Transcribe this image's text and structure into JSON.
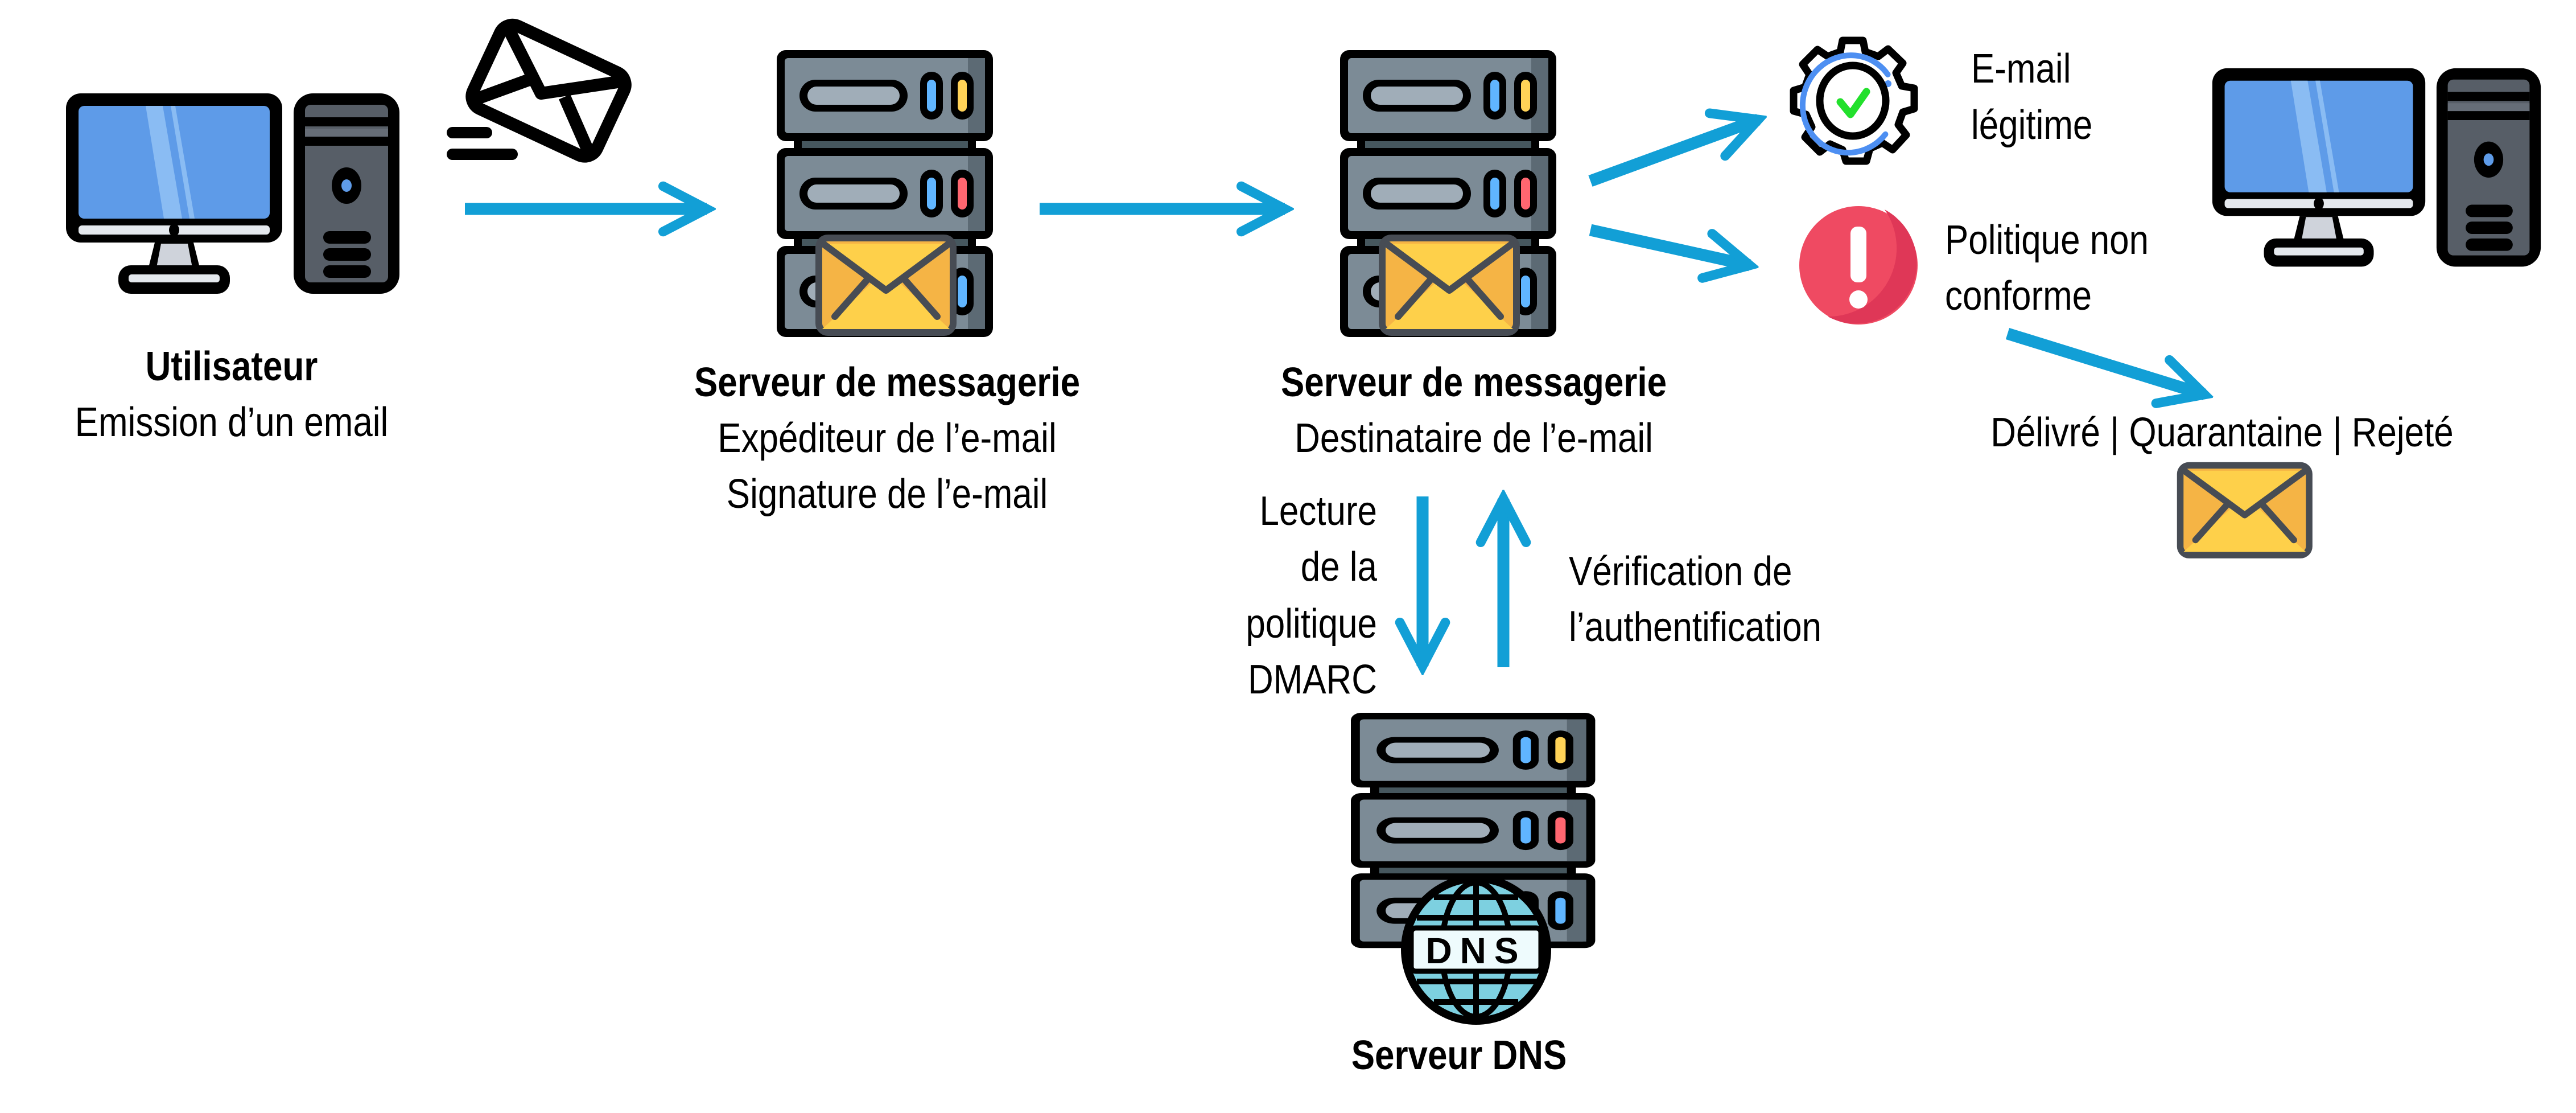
{
  "colors": {
    "arrow": "#129fd6",
    "monitor_screen": "#5e9be8",
    "monitor_glare": "#8abcf3",
    "tower": "#575e67",
    "server_body": "#7c8b96",
    "server_shade": "#5c6a74",
    "server_gap": "#46575e",
    "server_slot": "#a0adb8",
    "led_blue": "#60b5ff",
    "led_yellow": "#ffd257",
    "led_red": "#ff6670",
    "envelope_front": "#fed04a",
    "envelope_side": "#f5b445",
    "envelope_stroke": "#474c54",
    "check_green": "#22e02c",
    "gear_ring_blue": "#4d8ff2",
    "alert_red": "#ef4a62",
    "alert_red_dark": "#df3757",
    "globe": "#7dd0e0"
  },
  "nodes": {
    "user": {
      "icon": "desktop-computer-icon",
      "title": "Utilisateur",
      "subtitle": "Emission d’un email"
    },
    "sending_icon": "sending-envelope-icon",
    "sender_server": {
      "icon": "mail-server-icon",
      "title": "Serveur de messagerie",
      "lines": [
        "Expéditeur de l’e-mail",
        "Signature de l’e-mail"
      ]
    },
    "recipient_server": {
      "icon": "mail-server-icon",
      "title": "Serveur de messagerie",
      "lines": [
        "Destinataire de l’e-mail"
      ]
    },
    "dns_server": {
      "icon": "dns-server-icon",
      "title": "Serveur DNS",
      "badge": "DNS"
    },
    "legit": {
      "icon": "gear-check-icon",
      "lines": [
        "E-mail",
        "légitime"
      ]
    },
    "noncompliant": {
      "icon": "alert-icon",
      "lines": [
        "Politique non",
        "conforme"
      ]
    },
    "recipient_user": {
      "icon": "desktop-computer-icon"
    },
    "outcome": {
      "text": "Délivré | Quarantaine | Rejeté",
      "icon": "envelope-icon"
    }
  },
  "edges": {
    "read_policy": [
      "Lecture",
      "de la",
      "politique",
      "DMARC"
    ],
    "auth_check": [
      "Vérification de",
      "l’authentification"
    ]
  }
}
